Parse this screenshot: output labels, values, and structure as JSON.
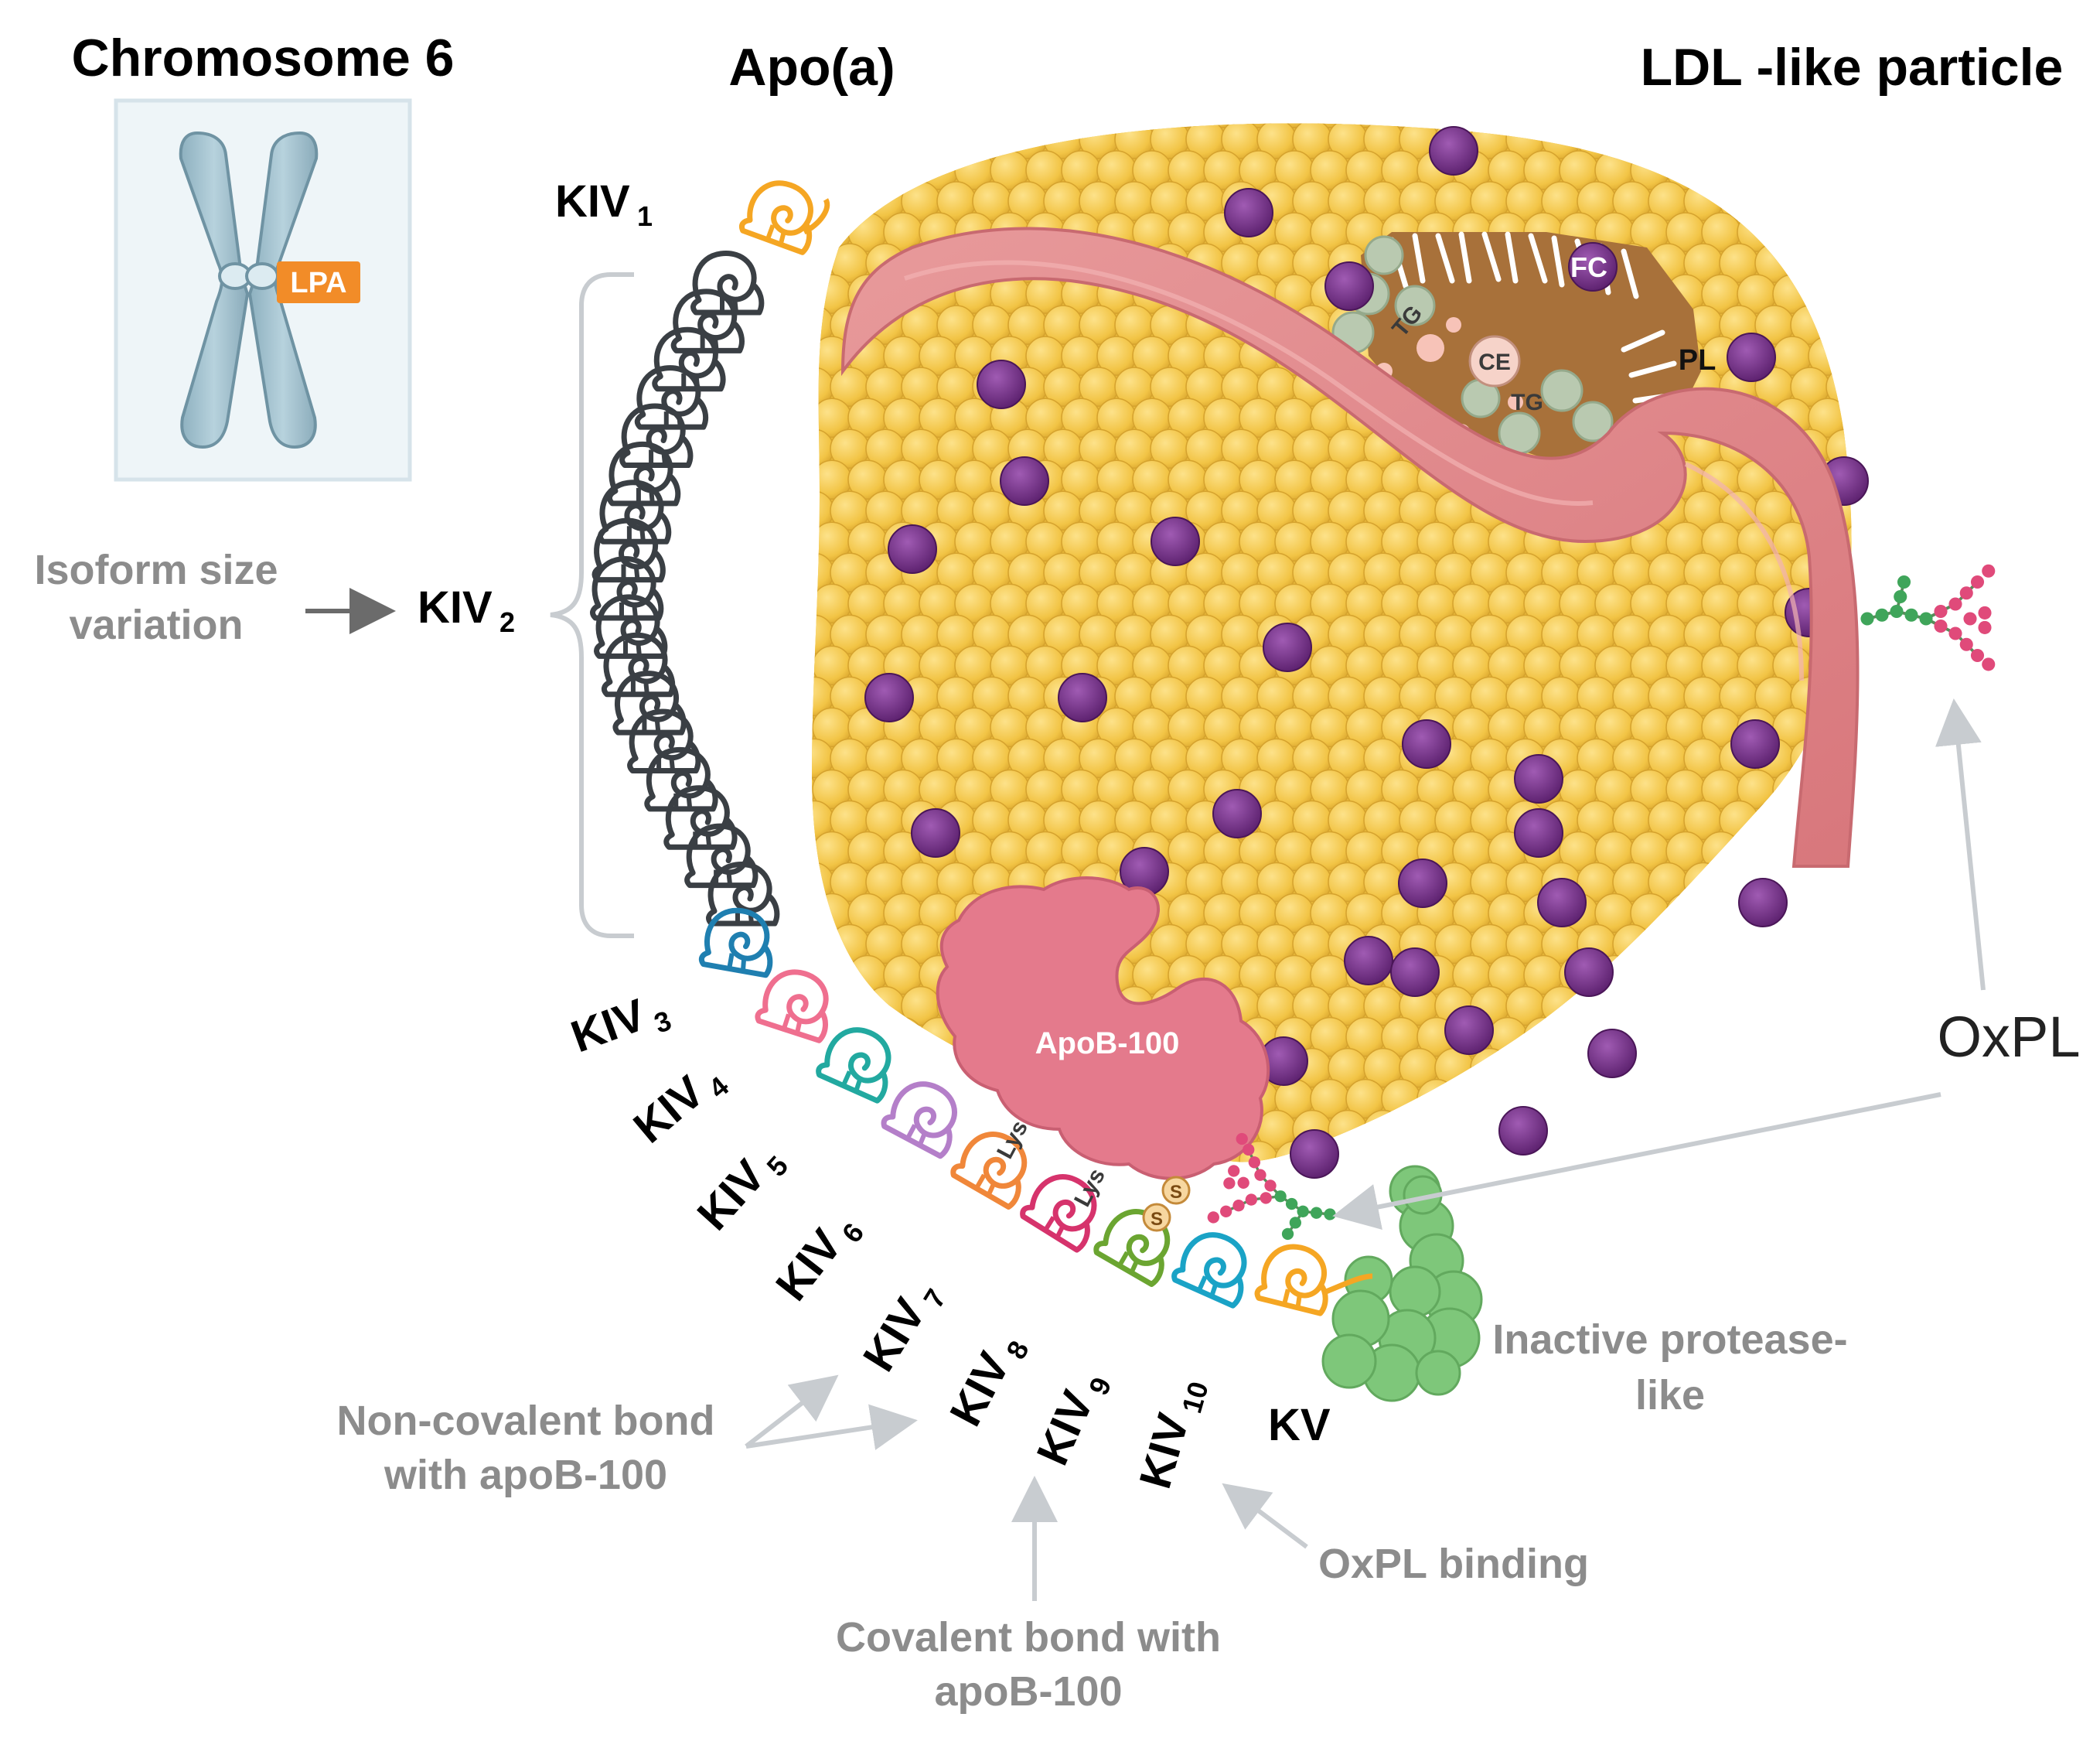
{
  "titles": {
    "chromosome": "Chromosome 6",
    "apoa": "Apo(a)",
    "ldl": "LDL -like particle"
  },
  "gene_label": "LPA",
  "kringles": {
    "kiv1": {
      "base": "KIV",
      "sub": "1"
    },
    "kiv2": {
      "base": "KIV",
      "sub": "2"
    },
    "kiv3": {
      "base": "KIV",
      "sub": "3"
    },
    "kiv4": {
      "base": "KIV",
      "sub": "4"
    },
    "kiv5": {
      "base": "KIV",
      "sub": "5"
    },
    "kiv6": {
      "base": "KIV",
      "sub": "6"
    },
    "kiv7": {
      "base": "KIV",
      "sub": "7"
    },
    "kiv8": {
      "base": "KIV",
      "sub": "8"
    },
    "kiv9": {
      "base": "KIV",
      "sub": "9"
    },
    "kiv10": {
      "base": "KIV",
      "sub": "10"
    },
    "kv": "KV"
  },
  "particle_labels": {
    "fc": "FC",
    "tg1": "TG",
    "tg2": "TG",
    "ce": "CE",
    "pl": "PL",
    "apob": "ApoB-100",
    "lys1": "Lys",
    "lys2": "Lys",
    "s1": "S",
    "s2": "S",
    "oxpl": "OxPL"
  },
  "annotations": {
    "isoform_line1": "Isoform size",
    "isoform_line2": "variation",
    "noncov_line1": "Non-covalent bond",
    "noncov_line2": "with apoB-100",
    "cov_line1": "Covalent bond with",
    "cov_line2": "apoB-100",
    "oxpl_binding": "OxPL binding",
    "protease_line1": "Inactive protease-",
    "protease_line2": "like"
  },
  "colors": {
    "kiv1": "#f5a623",
    "kiv2": "#3a3f44",
    "kiv3": "#1f7fb0",
    "kiv4": "#ef6f8f",
    "kiv5": "#22a9a0",
    "kiv6": "#b47fc9",
    "kiv7": "#f0873a",
    "kiv8": "#d6336c",
    "kiv9": "#6ba531",
    "kiv10": "#1aa3c6",
    "kv": "#f5a623",
    "lipid": "#f4c84c",
    "cholesterol": "#6d2a7f",
    "apob_ribbon": "#e0878c",
    "apob_globule": "#e47a8c",
    "protease": "#7ec77a",
    "arrow": "#c8ccd0"
  }
}
